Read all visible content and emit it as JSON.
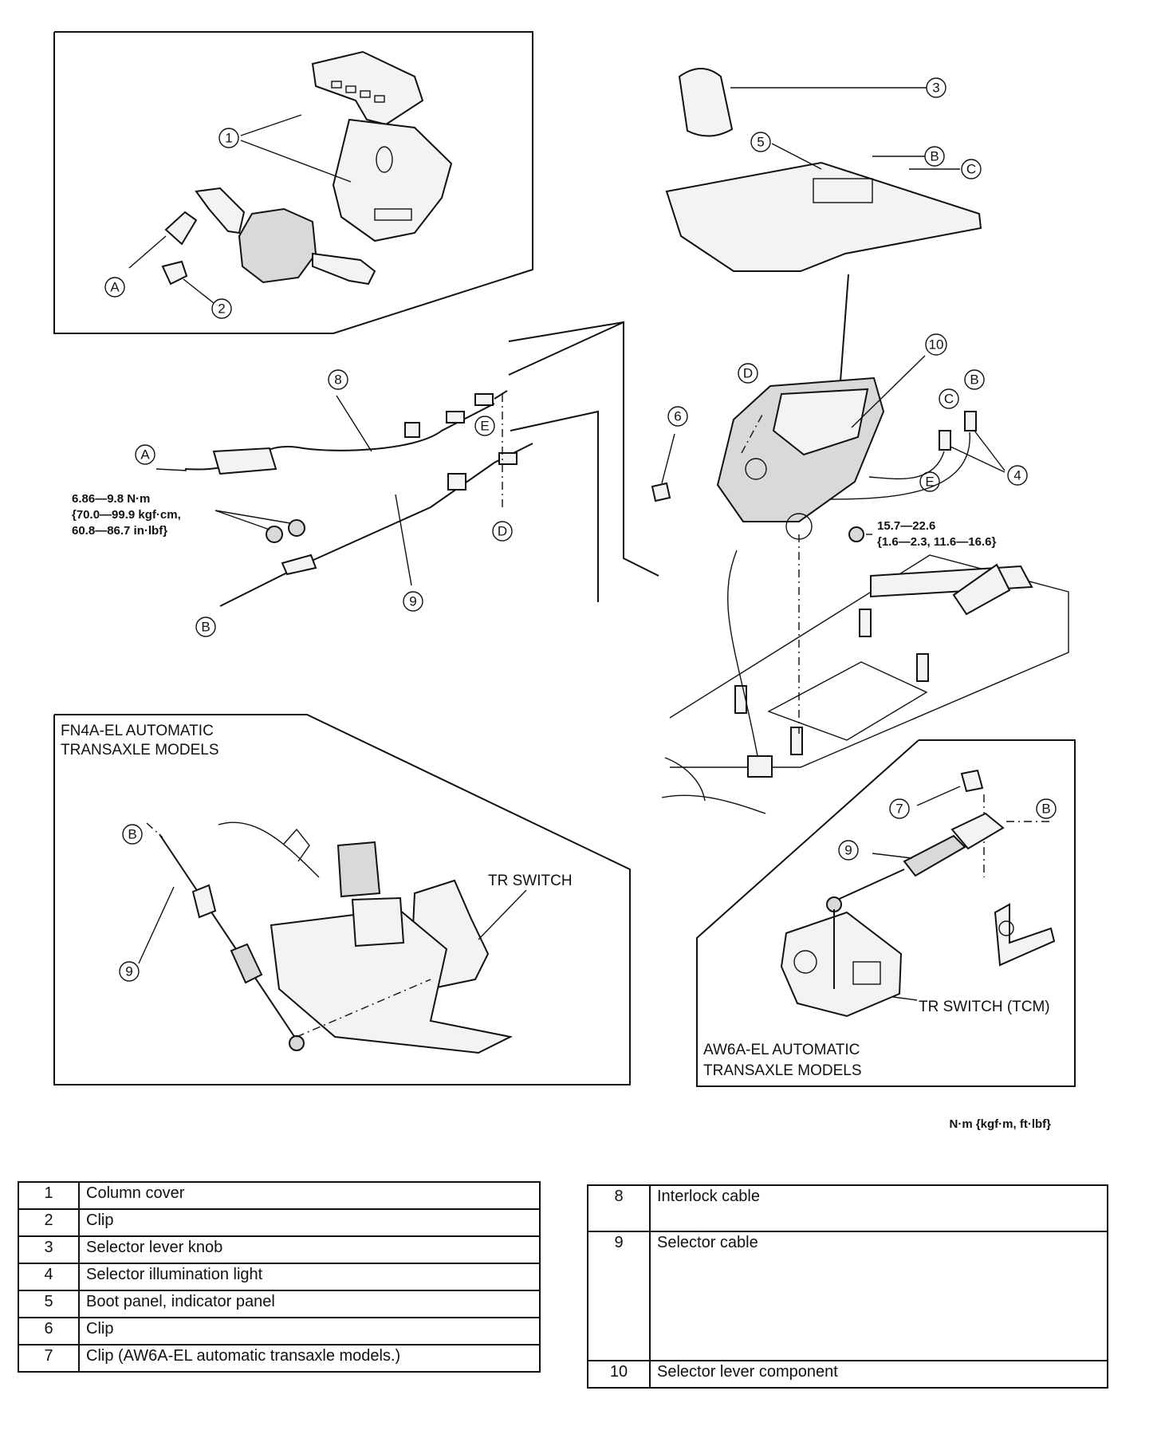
{
  "callouts": {
    "c1": "1",
    "c2": "2",
    "c3": "3",
    "c4": "4",
    "c5": "5",
    "c6": "6",
    "c7": "7",
    "c8": "8",
    "c9a": "9",
    "c9b": "9",
    "c9c": "9",
    "c10": "10",
    "A1": "A",
    "A2": "A",
    "B1": "B",
    "B2": "B",
    "B3": "B",
    "B4": "B",
    "B5": "B",
    "C1": "C",
    "C2": "C",
    "D1": "D",
    "D2": "D",
    "E1": "E",
    "E2": "E"
  },
  "torque": {
    "left_line1": "6.86—9.8 N·m",
    "left_line2": "{70.0—99.9 kgf·cm,",
    "left_line3": "60.8—86.7 in·lbf}",
    "right_line1": "15.7—22.6",
    "right_line2": "{1.6—2.3, 11.6—16.6}"
  },
  "insets": {
    "fn4a_line1": "FN4A-EL  AUTOMATIC",
    "fn4a_line2": "TRANSAXLE MODELS",
    "aw6a_line1": "AW6A-EL  AUTOMATIC",
    "aw6a_line2": "TRANSAXLE MODELS",
    "tr_switch": "TR SWITCH",
    "tr_switch_tcm": "TR SWITCH (TCM)"
  },
  "unit_note": "N·m {kgf·m, ft·lbf}",
  "legend_left": [
    {
      "num": "1",
      "name": "Column cover"
    },
    {
      "num": "2",
      "name": "Clip"
    },
    {
      "num": "3",
      "name": "Selector lever knob"
    },
    {
      "num": "4",
      "name": "Selector illumination light"
    },
    {
      "num": "5",
      "name": "Boot panel, indicator panel"
    },
    {
      "num": "6",
      "name": "Clip"
    },
    {
      "num": "7",
      "name": "Clip (AW6A-EL automatic transaxle models.)"
    }
  ],
  "legend_right": [
    {
      "num": "8",
      "name": "Interlock cable"
    },
    {
      "num": "9",
      "name": "Selector cable"
    },
    {
      "num": "10",
      "name": "Selector lever component"
    }
  ]
}
